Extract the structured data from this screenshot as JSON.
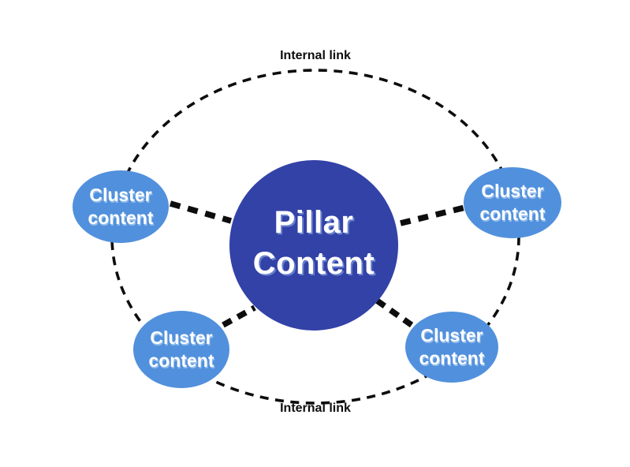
{
  "diagram": {
    "title": "Pillar and cluster content internal linking model",
    "background_color": "#ffffff",
    "pillar": {
      "label_line1": "Pillar",
      "label_line2": "Content",
      "fill_color": "#3342A7",
      "text_color": "#ffffff"
    },
    "clusters": [
      {
        "position": "top-left",
        "label_line1": "Cluster",
        "label_line2": "content"
      },
      {
        "position": "top-right",
        "label_line1": "Cluster",
        "label_line2": "content"
      },
      {
        "position": "bottom-left",
        "label_line1": "Cluster",
        "label_line2": "content"
      },
      {
        "position": "bottom-right",
        "label_line1": "Cluster",
        "label_line2": "content"
      }
    ],
    "cluster_fill_color": "#5190DC",
    "cluster_text_color": "#ffffff",
    "links": {
      "top_label": "Internal link",
      "bottom_label": "Internal link",
      "line_color": "#0d0d0d",
      "style": "dashed"
    }
  }
}
